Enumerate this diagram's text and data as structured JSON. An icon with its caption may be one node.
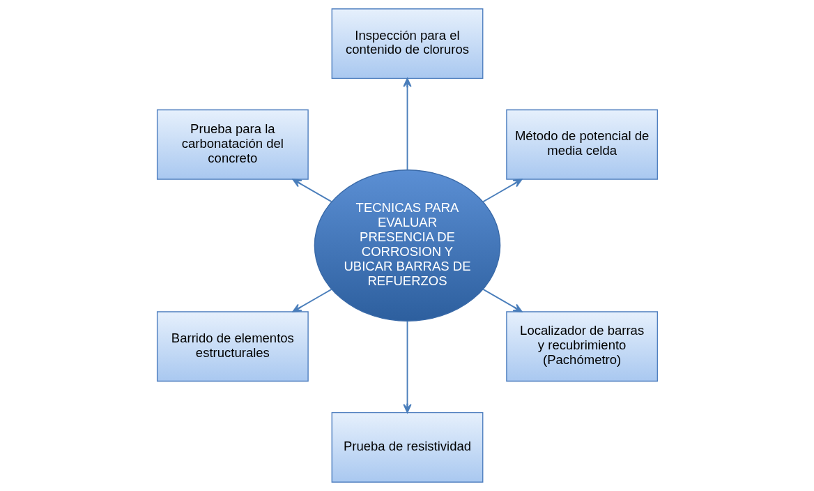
{
  "diagram": {
    "nodes": [
      {
        "text": [
          "TECNICAS PARA EVALUAR PRESENCIA DE CORROSION Y UBICAR BARRAS DE REFUERZOS"
        ]
      },
      {
        "text": [
          "Método de potencial de media celda"
        ]
      },
      {
        "text": [
          "Inspección para el contenido de cloruros"
        ]
      },
      {
        "text": [
          "Prueba para la carbonatación del concreto"
        ]
      },
      {
        "text": [
          "Barrido de elementos estructurales"
        ]
      },
      {
        "text": [
          "Prueba de resistividad"
        ]
      },
      {
        "text": [
          "Localizador de barras y recubrimiento (Pachómetro)"
        ]
      }
    ],
    "edges": [
      {
        "from": 0,
        "to": 1,
        "arrow": "to"
      },
      {
        "from": 0,
        "to": 2,
        "arrow": "to"
      },
      {
        "from": 0,
        "to": 3,
        "arrow": "to"
      },
      {
        "from": 0,
        "to": 4,
        "arrow": "to"
      },
      {
        "from": 0,
        "to": 5,
        "arrow": "to"
      },
      {
        "from": 0,
        "to": 6,
        "arrow": "to"
      }
    ]
  }
}
